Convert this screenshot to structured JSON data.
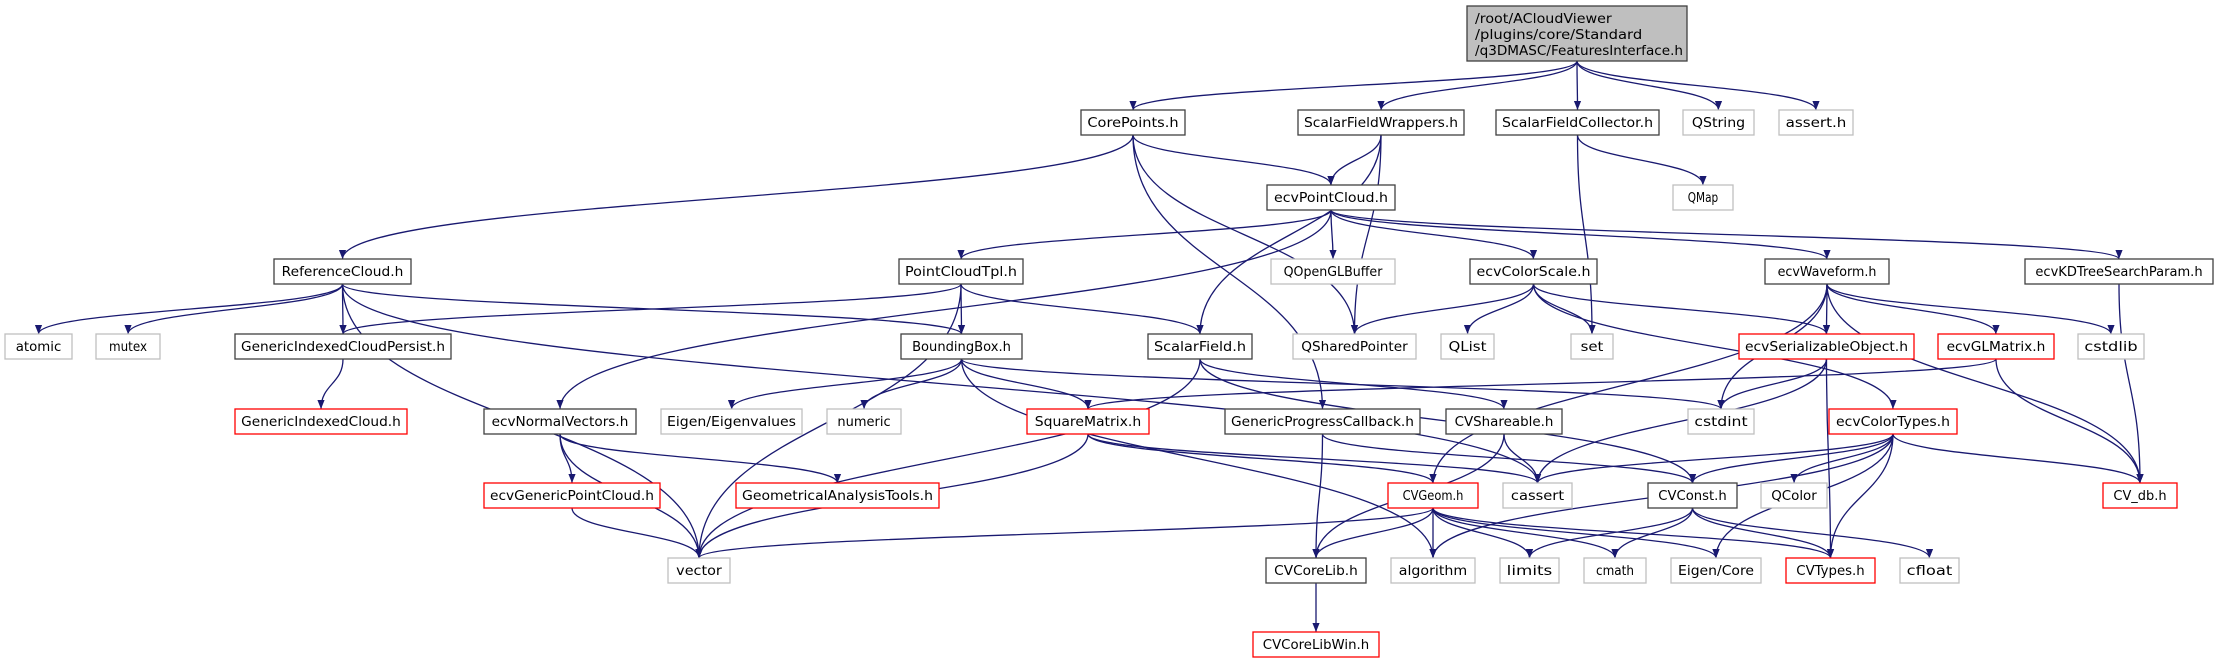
{
  "colors": {
    "edge": "#191970",
    "documented_border": "#404040",
    "system_border": "#bfbfbf",
    "incomplete_border": "#ff0000",
    "root_fill": "#bfbfbf"
  },
  "nodes": [
    {
      "id": "root",
      "label": [
        "/root/ACloudViewer",
        "/plugins/core/Standard",
        "/q3DMASC/FeaturesInterface.h"
      ],
      "kind": "root"
    },
    {
      "id": "CorePoints",
      "label": "CorePoints.h",
      "kind": "documented"
    },
    {
      "id": "ScalarFieldWrappers",
      "label": "ScalarFieldWrappers.h",
      "kind": "documented"
    },
    {
      "id": "ScalarFieldCollector",
      "label": "ScalarFieldCollector.h",
      "kind": "documented"
    },
    {
      "id": "QString",
      "label": "QString",
      "kind": "system"
    },
    {
      "id": "assert",
      "label": "assert.h",
      "kind": "system"
    },
    {
      "id": "ecvPointCloud",
      "label": "ecvPointCloud.h",
      "kind": "documented"
    },
    {
      "id": "QMap",
      "label": "QMap",
      "kind": "system"
    },
    {
      "id": "ReferenceCloud",
      "label": "ReferenceCloud.h",
      "kind": "documented"
    },
    {
      "id": "PointCloudTpl",
      "label": "PointCloudTpl.h",
      "kind": "documented"
    },
    {
      "id": "QOpenGLBuffer",
      "label": "QOpenGLBuffer",
      "kind": "system"
    },
    {
      "id": "ecvColorScale",
      "label": "ecvColorScale.h",
      "kind": "documented"
    },
    {
      "id": "ecvWaveform",
      "label": "ecvWaveform.h",
      "kind": "documented"
    },
    {
      "id": "ecvKDTreeSearchParam",
      "label": "ecvKDTreeSearchParam.h",
      "kind": "documented"
    },
    {
      "id": "atomic",
      "label": "atomic",
      "kind": "system"
    },
    {
      "id": "mutex",
      "label": "mutex",
      "kind": "system"
    },
    {
      "id": "GenericIndexedCloudPersist",
      "label": "GenericIndexedCloudPersist.h",
      "kind": "documented"
    },
    {
      "id": "BoundingBox",
      "label": "BoundingBox.h",
      "kind": "documented"
    },
    {
      "id": "ScalarField",
      "label": "ScalarField.h",
      "kind": "documented"
    },
    {
      "id": "QSharedPointer",
      "label": "QSharedPointer",
      "kind": "system"
    },
    {
      "id": "QList",
      "label": "QList",
      "kind": "system"
    },
    {
      "id": "set",
      "label": "set",
      "kind": "system"
    },
    {
      "id": "ecvSerializableObject",
      "label": "ecvSerializableObject.h",
      "kind": "incomplete"
    },
    {
      "id": "ecvGLMatrix",
      "label": "ecvGLMatrix.h",
      "kind": "incomplete"
    },
    {
      "id": "cstdlib",
      "label": "cstdlib",
      "kind": "system"
    },
    {
      "id": "GenericIndexedCloud",
      "label": "GenericIndexedCloud.h",
      "kind": "incomplete"
    },
    {
      "id": "ecvNormalVectors",
      "label": "ecvNormalVectors.h",
      "kind": "documented"
    },
    {
      "id": "EigenEigenvalues",
      "label": "Eigen/Eigenvalues",
      "kind": "system"
    },
    {
      "id": "numeric",
      "label": "numeric",
      "kind": "system"
    },
    {
      "id": "SquareMatrix",
      "label": "SquareMatrix.h",
      "kind": "incomplete"
    },
    {
      "id": "GenericProgressCallback",
      "label": "GenericProgressCallback.h",
      "kind": "documented"
    },
    {
      "id": "CVShareable",
      "label": "CVShareable.h",
      "kind": "documented"
    },
    {
      "id": "cstdint",
      "label": "cstdint",
      "kind": "system"
    },
    {
      "id": "ecvColorTypes",
      "label": "ecvColorTypes.h",
      "kind": "incomplete"
    },
    {
      "id": "ecvGenericPointCloud",
      "label": "ecvGenericPointCloud.h",
      "kind": "incomplete"
    },
    {
      "id": "GeometricalAnalysisTools",
      "label": "GeometricalAnalysisTools.h",
      "kind": "incomplete"
    },
    {
      "id": "CVGeom",
      "label": "CVGeom.h",
      "kind": "incomplete"
    },
    {
      "id": "cassert",
      "label": "cassert",
      "kind": "system"
    },
    {
      "id": "CVConst",
      "label": "CVConst.h",
      "kind": "documented"
    },
    {
      "id": "QColor",
      "label": "QColor",
      "kind": "system"
    },
    {
      "id": "CV_db",
      "label": "CV_db.h",
      "kind": "incomplete"
    },
    {
      "id": "vector",
      "label": "vector",
      "kind": "system"
    },
    {
      "id": "CVCoreLib",
      "label": "CVCoreLib.h",
      "kind": "documented"
    },
    {
      "id": "algorithm",
      "label": "algorithm",
      "kind": "system"
    },
    {
      "id": "limits",
      "label": "limits",
      "kind": "system"
    },
    {
      "id": "cmath",
      "label": "cmath",
      "kind": "system"
    },
    {
      "id": "EigenCore",
      "label": "Eigen/Core",
      "kind": "system"
    },
    {
      "id": "CVTypes",
      "label": "CVTypes.h",
      "kind": "incomplete"
    },
    {
      "id": "cfloat",
      "label": "cfloat",
      "kind": "system"
    },
    {
      "id": "CVCoreLibWin",
      "label": "CVCoreLibWin.h",
      "kind": "incomplete"
    }
  ],
  "edges": [
    [
      "root",
      "CorePoints"
    ],
    [
      "root",
      "ScalarFieldWrappers"
    ],
    [
      "root",
      "ScalarFieldCollector"
    ],
    [
      "root",
      "QString"
    ],
    [
      "root",
      "assert"
    ],
    [
      "CorePoints",
      "ReferenceCloud"
    ],
    [
      "CorePoints",
      "ecvPointCloud"
    ],
    [
      "CorePoints",
      "QSharedPointer"
    ],
    [
      "CorePoints",
      "GenericProgressCallback"
    ],
    [
      "ScalarFieldWrappers",
      "ecvPointCloud"
    ],
    [
      "ScalarFieldWrappers",
      "ScalarField"
    ],
    [
      "ScalarFieldWrappers",
      "QSharedPointer"
    ],
    [
      "ScalarFieldCollector",
      "QMap"
    ],
    [
      "ScalarFieldCollector",
      "set"
    ],
    [
      "ecvPointCloud",
      "PointCloudTpl"
    ],
    [
      "ecvPointCloud",
      "QOpenGLBuffer"
    ],
    [
      "ecvPointCloud",
      "ecvColorScale"
    ],
    [
      "ecvPointCloud",
      "ecvWaveform"
    ],
    [
      "ecvPointCloud",
      "ecvKDTreeSearchParam"
    ],
    [
      "ecvPointCloud",
      "ecvNormalVectors"
    ],
    [
      "ReferenceCloud",
      "atomic"
    ],
    [
      "ReferenceCloud",
      "mutex"
    ],
    [
      "ReferenceCloud",
      "GenericIndexedCloudPersist"
    ],
    [
      "ReferenceCloud",
      "BoundingBox"
    ],
    [
      "ReferenceCloud",
      "vector"
    ],
    [
      "ReferenceCloud",
      "cassert"
    ],
    [
      "PointCloudTpl",
      "GenericIndexedCloudPersist"
    ],
    [
      "PointCloudTpl",
      "BoundingBox"
    ],
    [
      "PointCloudTpl",
      "ScalarField"
    ],
    [
      "PointCloudTpl",
      "vector"
    ],
    [
      "GenericIndexedCloudPersist",
      "GenericIndexedCloud"
    ],
    [
      "BoundingBox",
      "EigenEigenvalues"
    ],
    [
      "BoundingBox",
      "numeric"
    ],
    [
      "BoundingBox",
      "SquareMatrix"
    ],
    [
      "BoundingBox",
      "algorithm"
    ],
    [
      "BoundingBox",
      "cstdint"
    ],
    [
      "ScalarField",
      "vector"
    ],
    [
      "ScalarField",
      "CVShareable"
    ],
    [
      "ScalarField",
      "CVConst"
    ],
    [
      "ecvColorScale",
      "QSharedPointer"
    ],
    [
      "ecvColorScale",
      "QList"
    ],
    [
      "ecvColorScale",
      "set"
    ],
    [
      "ecvColorScale",
      "ecvSerializableObject"
    ],
    [
      "ecvColorScale",
      "ecvColorTypes"
    ],
    [
      "ecvWaveform",
      "cstdint"
    ],
    [
      "ecvWaveform",
      "ecvSerializableObject"
    ],
    [
      "ecvWaveform",
      "ecvGLMatrix"
    ],
    [
      "ecvWaveform",
      "cstdlib"
    ],
    [
      "ecvWaveform",
      "CV_db"
    ],
    [
      "ecvWaveform",
      "CVGeom"
    ],
    [
      "ecvKDTreeSearchParam",
      "CV_db"
    ],
    [
      "ecvSerializableObject",
      "cstdint"
    ],
    [
      "ecvSerializableObject",
      "cassert"
    ],
    [
      "ecvSerializableObject",
      "CVTypes"
    ],
    [
      "ecvGLMatrix",
      "SquareMatrix"
    ],
    [
      "ecvGLMatrix",
      "CV_db"
    ],
    [
      "ecvNormalVectors",
      "ecvGenericPointCloud"
    ],
    [
      "ecvNormalVectors",
      "GeometricalAnalysisTools"
    ],
    [
      "ecvNormalVectors",
      "vector"
    ],
    [
      "ecvGenericPointCloud",
      "vector"
    ],
    [
      "SquareMatrix",
      "vector"
    ],
    [
      "SquareMatrix",
      "CVGeom"
    ],
    [
      "SquareMatrix",
      "cassert"
    ],
    [
      "GenericProgressCallback",
      "CVCoreLib"
    ],
    [
      "GenericProgressCallback",
      "CVConst"
    ],
    [
      "CVShareable",
      "CVCoreLib"
    ],
    [
      "CVShareable",
      "cassert"
    ],
    [
      "ecvColorTypes",
      "cassert"
    ],
    [
      "ecvColorTypes",
      "CVConst"
    ],
    [
      "ecvColorTypes",
      "QColor"
    ],
    [
      "ecvColorTypes",
      "CV_db"
    ],
    [
      "ecvColorTypes",
      "algorithm"
    ],
    [
      "ecvColorTypes",
      "EigenCore"
    ],
    [
      "ecvColorTypes",
      "CVTypes"
    ],
    [
      "CVGeom",
      "vector"
    ],
    [
      "CVGeom",
      "CVCoreLib"
    ],
    [
      "CVGeom",
      "algorithm"
    ],
    [
      "CVGeom",
      "limits"
    ],
    [
      "CVGeom",
      "cmath"
    ],
    [
      "CVGeom",
      "EigenCore"
    ],
    [
      "CVGeom",
      "CVTypes"
    ],
    [
      "CVConst",
      "limits"
    ],
    [
      "CVConst",
      "cmath"
    ],
    [
      "CVConst",
      "CVTypes"
    ],
    [
      "CVConst",
      "cfloat"
    ],
    [
      "CVCoreLib",
      "CVCoreLibWin"
    ]
  ]
}
